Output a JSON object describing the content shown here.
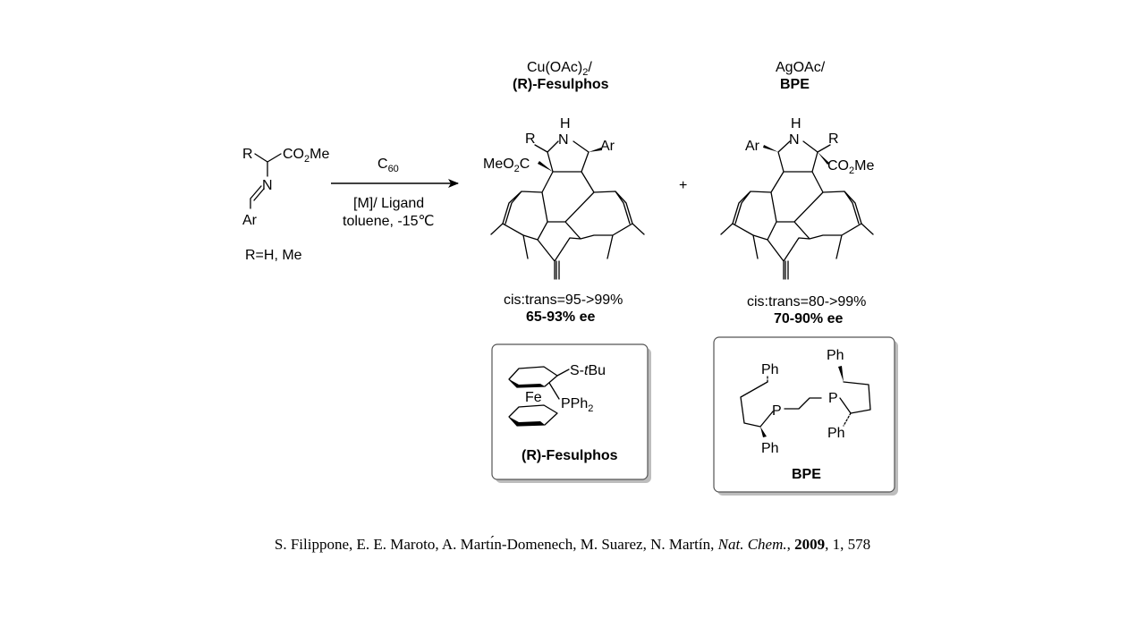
{
  "reactant": {
    "r_label": "R",
    "ester_label": "CO",
    "ester_sub": "2",
    "ester_end": "Me",
    "n_label": "N",
    "ar_label": "Ar",
    "r_definition": "R=H, Me"
  },
  "arrow": {
    "above_main": "C",
    "above_sub": "60",
    "below_line1": "[M]/ Ligand",
    "below_line2": "toluene, -15℃"
  },
  "plus_sign": "+",
  "product_cu": {
    "catalyst_line1_main": "Cu(OAc)",
    "catalyst_line1_sub": "2",
    "catalyst_line1_end": "/",
    "catalyst_line2": "(R)-Fesulphos",
    "h_label": "H",
    "n_label": "N",
    "r_label": "R",
    "ar_label": "Ar",
    "ester_main": "MeO",
    "ester_sub": "2",
    "ester_end": "C",
    "selectivity": "cis:trans=95->99%",
    "ee": "65-93% ee"
  },
  "product_ag": {
    "catalyst_line1": "AgOAc/",
    "catalyst_line2": "BPE",
    "h_label": "H",
    "n_label": "N",
    "r_label": "R",
    "ar_label": "Ar",
    "ester_main": "CO",
    "ester_sub": "2",
    "ester_end": "Me",
    "selectivity": "cis:trans=80->99%",
    "ee": "70-90% ee"
  },
  "fesulphos_box": {
    "s_group_prefix": "S-",
    "s_group_italic": "t",
    "s_group_suffix": "Bu",
    "fe_label": "Fe",
    "pph_main": "PPh",
    "pph_sub": "2",
    "caption": "(R)-Fesulphos"
  },
  "bpe_box": {
    "ph_label": "Ph",
    "p_label": "P",
    "caption": "BPE"
  },
  "citation": {
    "authors": "S. Filippone, E. E. Maroto, A. Martı́n-Domenech, M. Suarez, N. Martín, ",
    "journal": "Nat. Chem.",
    "sep1": ", ",
    "year": "2009",
    "rest": ", 1, 578"
  }
}
